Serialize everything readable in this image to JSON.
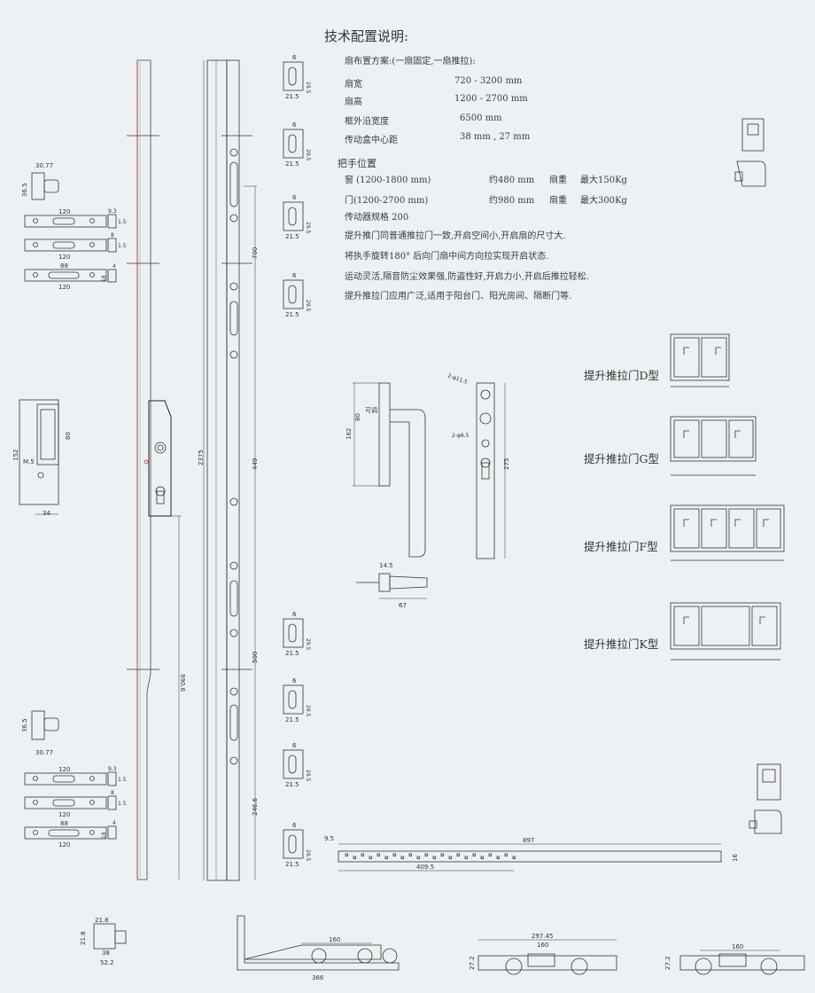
{
  "spec": {
    "title": "技术配置说明:",
    "scheme": "扇布置方案:(一扇固定,一扇推拉):",
    "rows": [
      {
        "label": "扇宽",
        "value": "720 - 3200 mm"
      },
      {
        "label": "扇高",
        "value": "1200 - 2700 mm"
      },
      {
        "label": "框外沿宽度",
        "value": "6500 mm"
      },
      {
        "label": "传动盒中心距",
        "value": "38 mm , 27 mm"
      }
    ],
    "handle_heading": "把手位置",
    "window_row": {
      "label": "窗 (1200-1800 mm)",
      "height": "约480 mm",
      "weight_label": "扇重",
      "weight": "最大150Kg"
    },
    "door_row": {
      "label": "门(1200-2700 mm)",
      "height": "约980 mm",
      "weight_label": "扇重",
      "weight": "最大300Kg"
    },
    "gearbox": "传动器规格  200",
    "notes": [
      "提升推门同普通推拉门一致,开启空间小,开启扇的尺寸大.",
      "将执手旋转180° 后向门扇中间方向拉实现开启状态.",
      "运动灵活,隔音防尘效果强,防盗性好,开启力小,开启后推拉轻松.",
      "提升推拉门应用广泛,适用于阳台门、阳光房间、隔断门等."
    ]
  },
  "door_types": [
    "提升推拉门D型",
    "提升推拉门G型",
    "提升推拉门F型",
    "提升推拉门K型"
  ],
  "dims": {
    "gear_total": "2375",
    "gear_700": "700",
    "gear_449": "449",
    "gear_500": "500",
    "gear_2466": "246.6",
    "gear_9906": "990.6",
    "clip_w": "6",
    "clip_h": "29.5",
    "clip_base": "21.5",
    "stud_w": "30.77",
    "stud_h": "36.5",
    "keeper_120": "120",
    "keeper_88": "88",
    "keeper_93": "9.3",
    "keeper_15": "1.5",
    "keeper_8": "8",
    "keeper_4": "4",
    "keeper_18": "18",
    "lockplate_152": "152",
    "lockplate_80": "80",
    "lockplate_34": "34",
    "lockplate_m5": "M.5",
    "handle_162": "162",
    "handle_80": "80",
    "handle_adj": "可调",
    "handle_275": "275",
    "handle_hole1": "2-φ11.5",
    "handle_hole2": "2-φ6.5",
    "spindle_145": "14.5",
    "spindle_67": "67",
    "rail_897": "897",
    "rail_4095": "409.5",
    "rail_95": "9.5",
    "rail_16": "16",
    "bottom_218a": "21.8",
    "bottom_218b": "21.8",
    "bottom_38": "38",
    "bottom_522": "52.2",
    "bottom_160a": "160",
    "bottom_366": "366",
    "bottom_29745": "297.45",
    "bottom_160b": "160",
    "bottom_272a": "27.2",
    "bottom_160c": "160",
    "bottom_272b": "27.2"
  },
  "colors": {
    "line": "#333333",
    "seal": "#c0392b",
    "paper": "#eef1f3"
  }
}
